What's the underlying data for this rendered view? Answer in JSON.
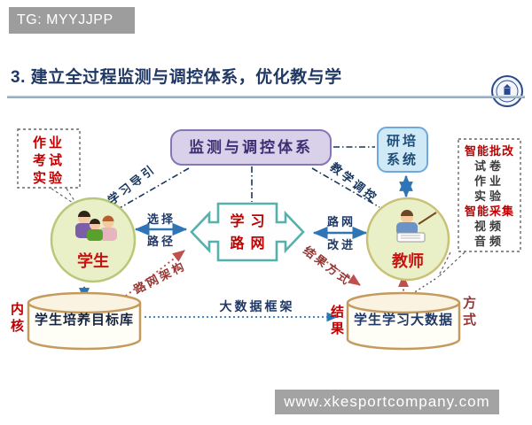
{
  "banner": {
    "text": "TG: MYYJJPP"
  },
  "header": {
    "title": "3. 建立全过程监测与调控体系，优化教与学"
  },
  "footer": {
    "url": "www.xkesportcompany.com"
  },
  "diagram": {
    "monitor_box": "监测与调控体系",
    "research_box": {
      "line1": "研培",
      "line2": "系统"
    },
    "left_callout": {
      "line1": "作业",
      "line2": "考试",
      "line3": "实验"
    },
    "right_callout": {
      "items": [
        {
          "text": "智能批改",
          "emph": true
        },
        {
          "text": "试卷",
          "emph": false
        },
        {
          "text": "作业",
          "emph": false
        },
        {
          "text": "实验",
          "emph": false
        },
        {
          "text": "智能采集",
          "emph": true
        },
        {
          "text": "视频",
          "emph": false
        },
        {
          "text": "音频",
          "emph": false
        }
      ]
    },
    "student_label": "学生",
    "teacher_label": "教师",
    "network_shape": {
      "line1": "学习",
      "line2": "路网"
    },
    "labels": {
      "study_guide": "学习导引",
      "teach_control": "教学调控",
      "choose_1": "选择",
      "choose_2": "路径",
      "improve_1": "路网",
      "improve_2": "改进",
      "network_arch": "路网架构",
      "result_mode": "结果方式",
      "bigdata_frame": "大数据框架",
      "kernel": "内核",
      "result": "结果",
      "mode": "方式"
    },
    "left_cylinder": "学生培养目标库",
    "right_cylinder": "学生学习大数据"
  },
  "colors": {
    "banner_gray": "#9d9d9d",
    "title_navy": "#1f3864",
    "accent_red": "#c00000",
    "dark_red": "#953735",
    "teal_border": "#58b0ac",
    "purple_fill": "#d9d0ea",
    "purple_border": "#8576b5",
    "blue_fill": "#cfe9f6",
    "blue_border": "#6fa8dc",
    "circle_fill": "#e9efc7",
    "circle_border": "#b7c978",
    "cylinder_border": "#c49a5e",
    "arrow_blue": "#2e75b6",
    "dot_red": "#c0504d",
    "dashdot_navy": "#17375e"
  }
}
